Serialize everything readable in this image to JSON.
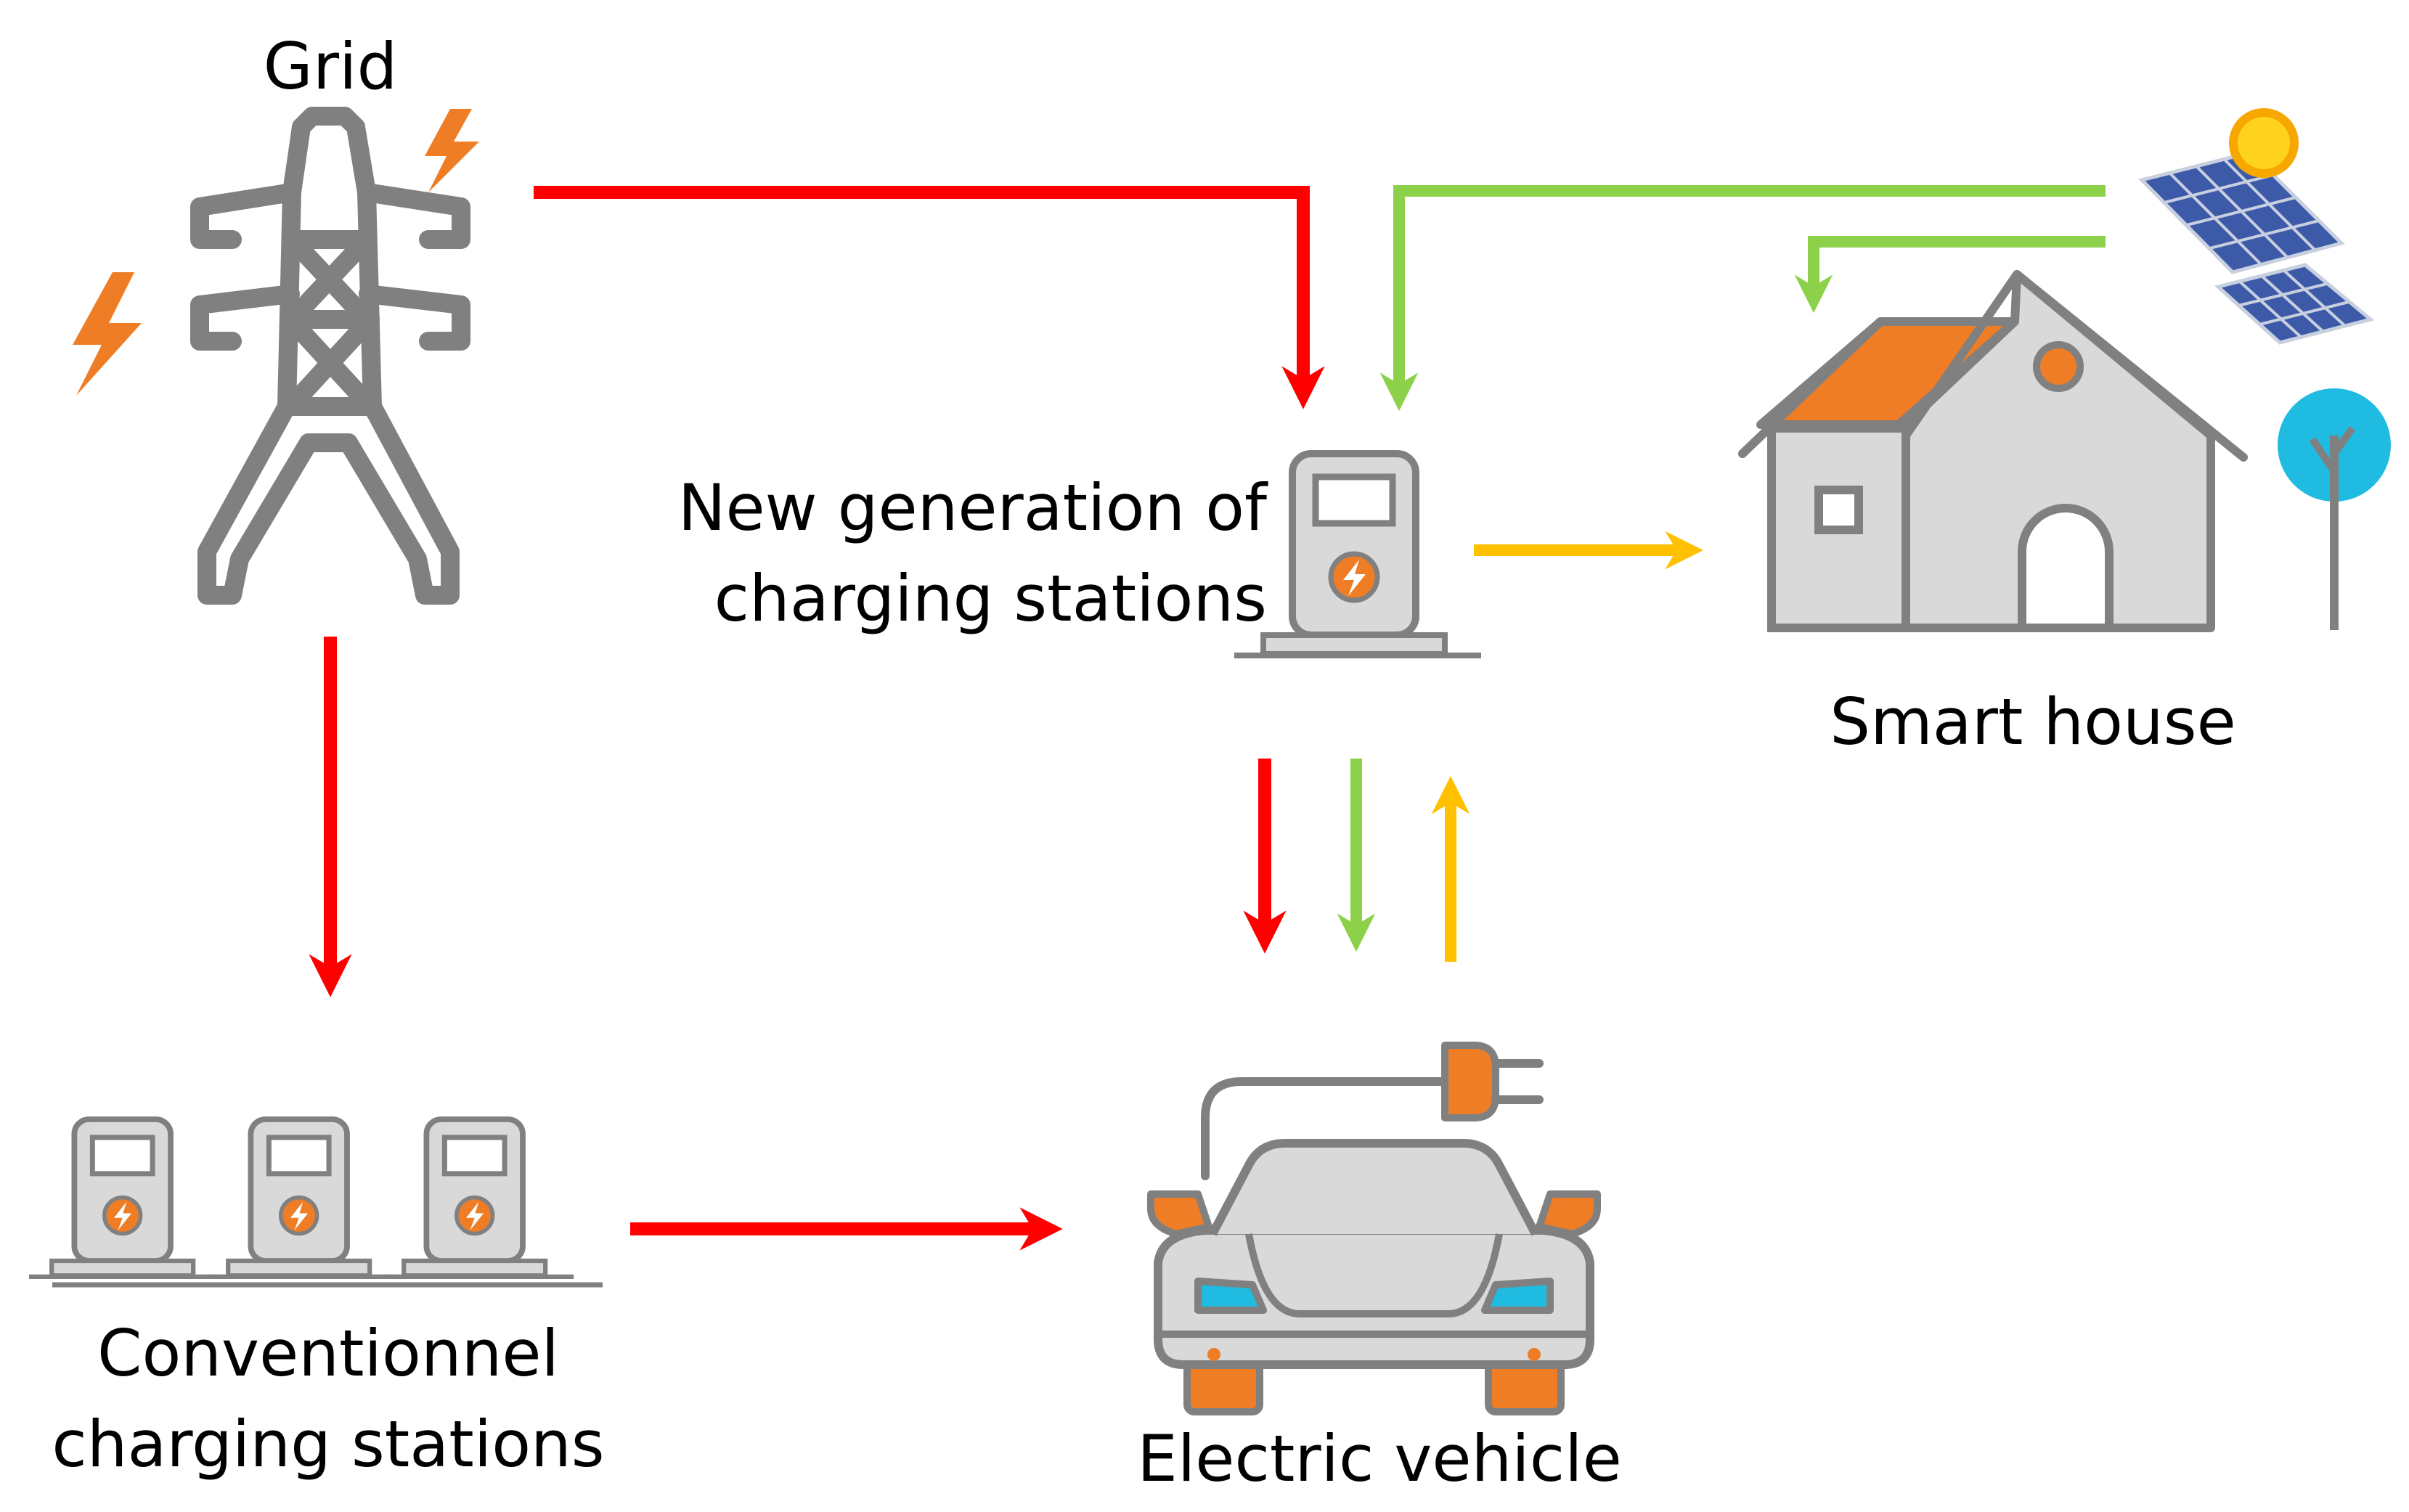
{
  "nodes": {
    "grid": {
      "label": "Grid"
    },
    "new_station": {
      "label_line1": "New generation of",
      "label_line2": "charging stations"
    },
    "smart_house": {
      "label": "Smart house"
    },
    "conventional": {
      "label_line1": "Conventionnel",
      "label_line2": "charging stations"
    },
    "ev": {
      "label": "Electric vehicle"
    }
  },
  "colors": {
    "grid_power": "#ff0000",
    "solar_power": "#8dd14b",
    "v2h_power": "#ffc000",
    "icon_gray": "#d9d9d9",
    "icon_outline": "#808080",
    "accent_orange": "#ee7d26",
    "accent_blue": "#1fbbe0"
  },
  "icons": [
    "power-tower-icon",
    "lightning-bolt-icon",
    "charging-station-icon",
    "house-icon",
    "solar-panel-icon",
    "sun-icon",
    "tree-icon",
    "car-icon",
    "plug-icon"
  ]
}
